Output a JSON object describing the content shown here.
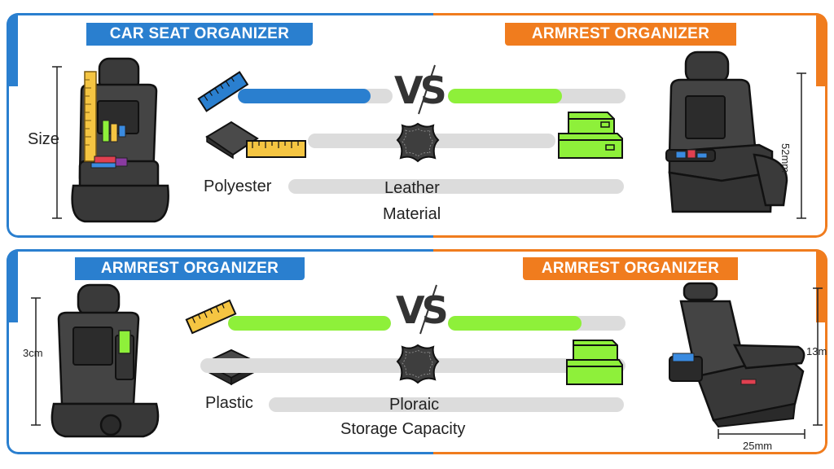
{
  "top": {
    "left_title": "CAR SEAT ORGANIZER",
    "right_title": "ARMREST ORGANIZER",
    "vs": "VS",
    "size_label": "Size",
    "left_material": "Polyester",
    "center_material": "Leather",
    "row_label": "Material",
    "right_dimension": "52mm",
    "bars": {
      "blue_fill": 0.86,
      "green_fill": 0.64
    }
  },
  "bottom": {
    "left_title": "ARMREST ORGANIZER",
    "right_title": "ARMREST ORGANIZER",
    "vs": "VS",
    "left_dimension": "3cm",
    "left_material": "Plastic",
    "center_material": "Ploraic",
    "row_label": "Storage Capacity",
    "right_height": "13m",
    "right_width": "25mm",
    "bars": {
      "left_green_fill": 1.0,
      "right_green_fill": 0.75
    }
  },
  "colors": {
    "blue": "#2a7fcf",
    "orange": "#f07c1e",
    "green": "#8ef03a",
    "gray": "#dcdcdc"
  }
}
